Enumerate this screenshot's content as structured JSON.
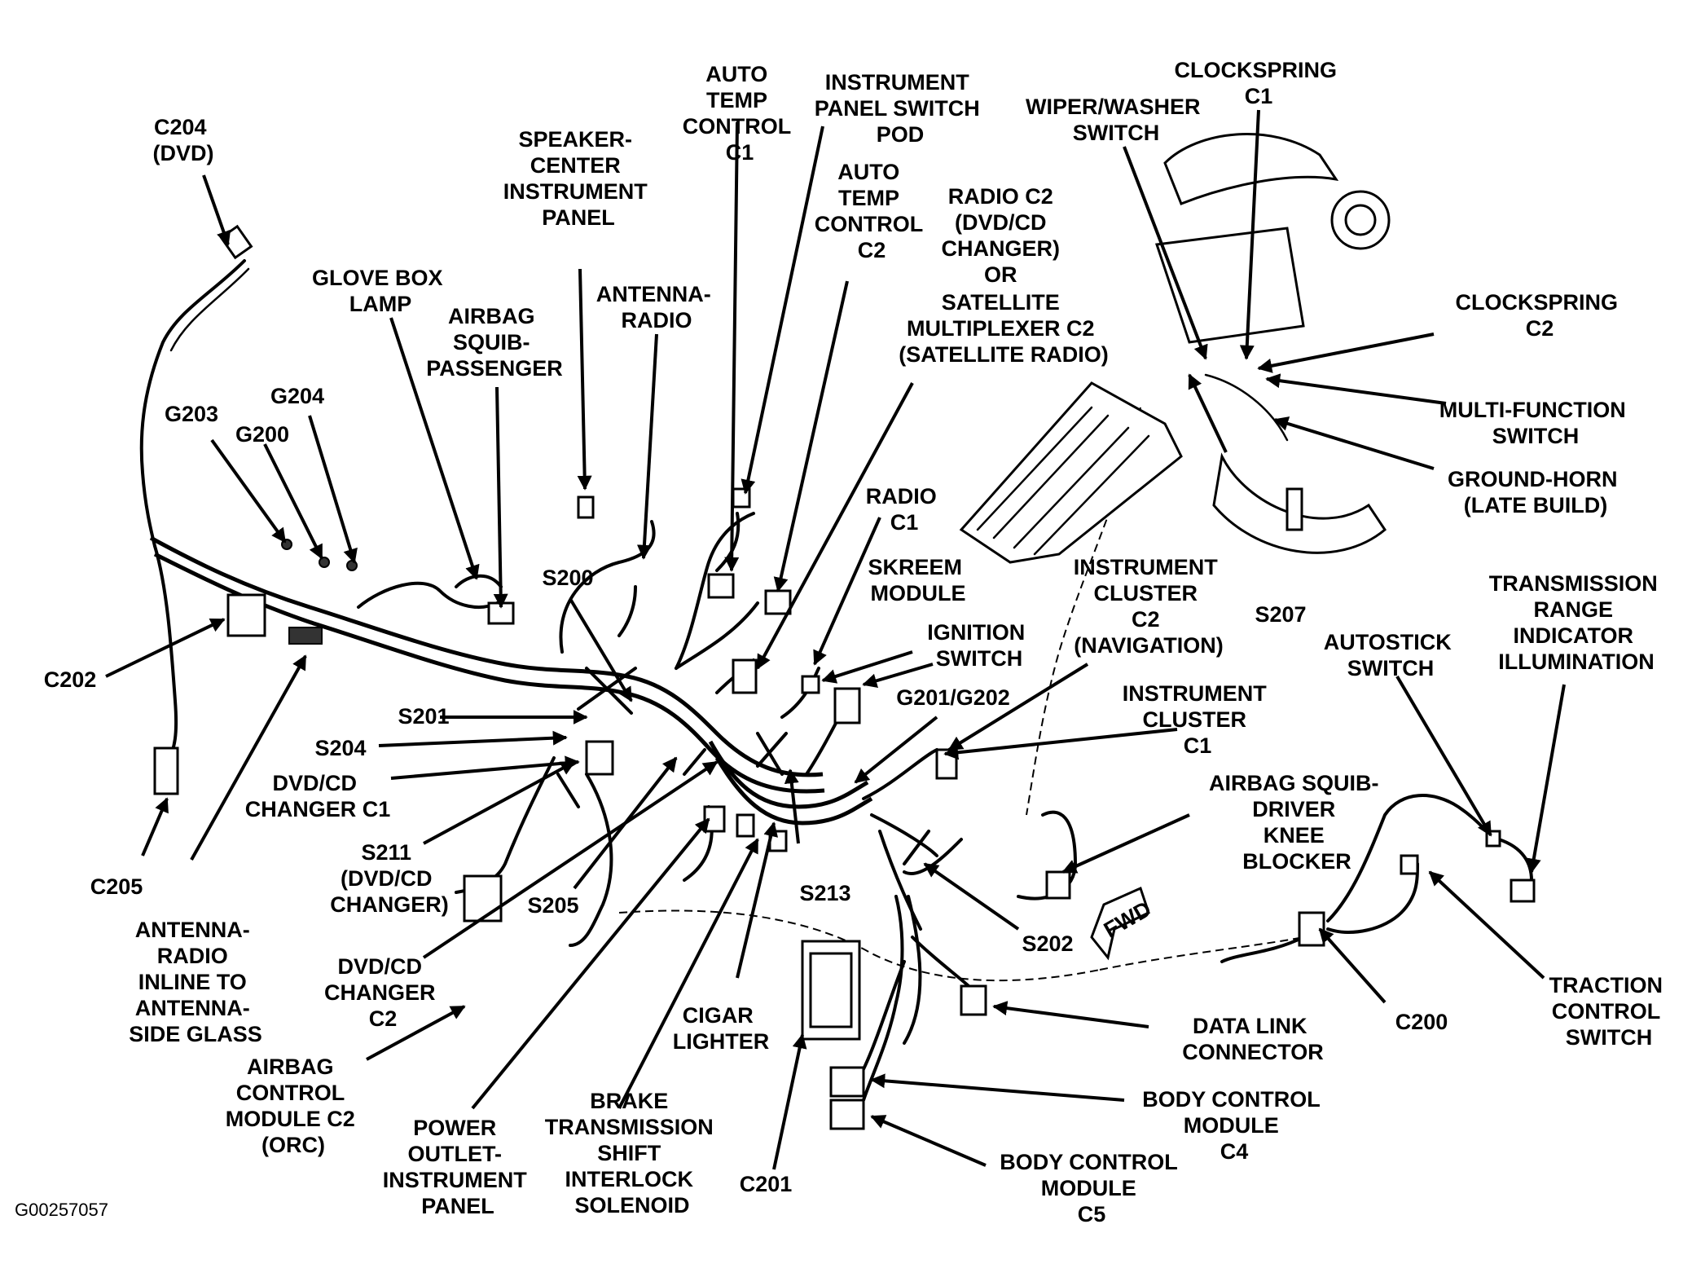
{
  "figure_id": "G00257057",
  "labels": {
    "c204_dvd": [
      "C204",
      "(DVD)"
    ],
    "glove_box_lamp": [
      "GLOVE BOX",
      "LAMP"
    ],
    "airbag_squib_passenger": [
      "AIRBAG",
      "SQUIB-",
      "PASSENGER"
    ],
    "speaker_center_ip": [
      "SPEAKER-",
      "CENTER",
      "INSTRUMENT",
      "PANEL"
    ],
    "antenna_radio": [
      "ANTENNA-",
      "RADIO"
    ],
    "auto_temp_control_c1": [
      "AUTO",
      "TEMP",
      "CONTROL",
      "C1"
    ],
    "ip_switch_pod": [
      "INSTRUMENT",
      "PANEL SWITCH",
      "POD"
    ],
    "auto_temp_control_c2": [
      "AUTO",
      "TEMP",
      "CONTROL",
      "C2"
    ],
    "radio_c2": [
      "RADIO C2",
      "(DVD/CD",
      "CHANGER)",
      "OR",
      "SATELLITE",
      "MULTIPLEXER C2",
      "(SATELLITE RADIO)"
    ],
    "wiper_washer_switch": [
      "WIPER/WASHER",
      "SWITCH"
    ],
    "clockspring_c1": [
      "CLOCKSPRING",
      "C1"
    ],
    "clockspring_c2": [
      "CLOCKSPRING",
      "C2"
    ],
    "multi_function_switch": [
      "MULTI-FUNCTION",
      "SWITCH"
    ],
    "ground_horn": [
      "GROUND-HORN",
      "(LATE BUILD)"
    ],
    "g203": [
      "G203"
    ],
    "g200": [
      "G200"
    ],
    "g204": [
      "G204"
    ],
    "c202": [
      "C202"
    ],
    "c205": [
      "C205"
    ],
    "s200": [
      "S200"
    ],
    "s201": [
      "S201"
    ],
    "s204": [
      "S204"
    ],
    "dvd_cd_changer_c1": [
      "DVD/CD",
      "CHANGER C1"
    ],
    "s211": [
      "S211",
      "(DVD/CD",
      "CHANGER)"
    ],
    "radio_c1": [
      "RADIO",
      "C1"
    ],
    "skreem_module": [
      "SKREEM",
      "MODULE"
    ],
    "ignition_switch": [
      "IGNITION",
      "SWITCH"
    ],
    "g201_g202": [
      "G201/G202"
    ],
    "ic_c2": [
      "INSTRUMENT",
      "CLUSTER",
      "C2",
      "(NAVIGATION)"
    ],
    "s207": [
      "S207"
    ],
    "autostick_switch": [
      "AUTOSTICK",
      "SWITCH"
    ],
    "trs_illum": [
      "TRANSMISSION",
      "RANGE",
      "INDICATOR",
      "ILLUMINATION"
    ],
    "ic_c1": [
      "INSTRUMENT",
      "CLUSTER",
      "C1"
    ],
    "airbag_squib_driver": [
      "AIRBAG SQUIB-",
      "DRIVER",
      "KNEE",
      "BLOCKER"
    ],
    "antenna_inline": [
      "ANTENNA-",
      "RADIO",
      "INLINE TO",
      "ANTENNA-",
      "SIDE GLASS"
    ],
    "s205": [
      "S205"
    ],
    "s213": [
      "S213"
    ],
    "s202": [
      "S202"
    ],
    "fwd": [
      "FWD"
    ],
    "dvd_cd_changer_c2": [
      "DVD/CD",
      "CHANGER",
      "C2"
    ],
    "airbag_control_module": [
      "AIRBAG",
      "CONTROL",
      "MODULE C2",
      "(ORC)"
    ],
    "power_outlet": [
      "POWER",
      "OUTLET-",
      "INSTRUMENT",
      "PANEL"
    ],
    "brake_shift_interlock": [
      "BRAKE",
      "TRANSMISSION",
      "SHIFT",
      "INTERLOCK",
      "SOLENOID"
    ],
    "cigar_lighter": [
      "CIGAR",
      "LIGHTER"
    ],
    "c201": [
      "C201"
    ],
    "data_link_connector": [
      "DATA LINK",
      "CONNECTOR"
    ],
    "bcm_c4": [
      "BODY CONTROL",
      "MODULE",
      "C4"
    ],
    "bcm_c5": [
      "BODY CONTROL",
      "MODULE",
      "C5"
    ],
    "c200": [
      "C200"
    ],
    "traction_control_switch": [
      "TRACTION",
      "CONTROL",
      "SWITCH"
    ]
  }
}
